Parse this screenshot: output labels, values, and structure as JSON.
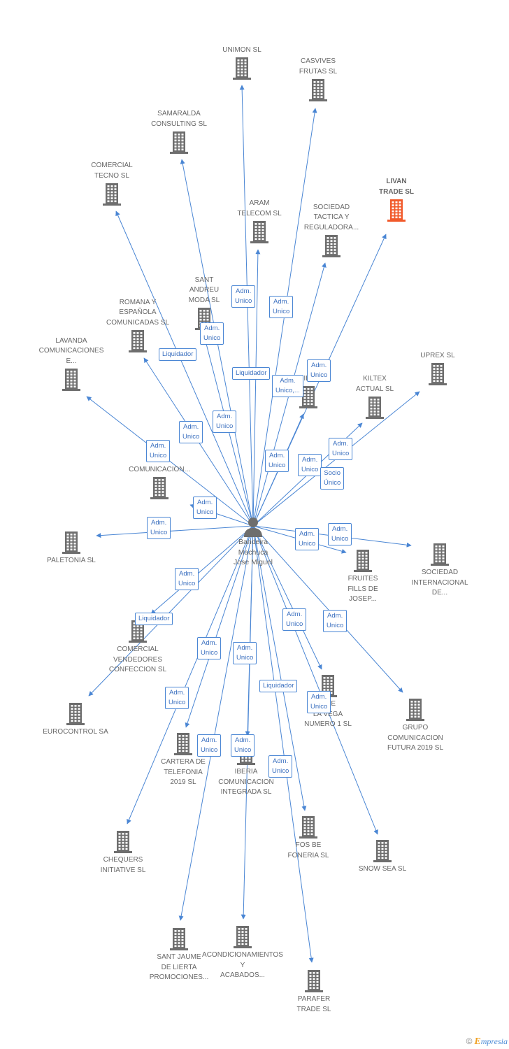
{
  "colors": {
    "edge": "#4a86d4",
    "building": "#6e6e6e",
    "highlight": "#f15a2b",
    "label": "#666666"
  },
  "icons": {
    "company": "building-icon",
    "person": "person-icon"
  },
  "center": {
    "name": "Bandeira\nMachuca\nJose Miguel"
  },
  "companies": [
    {
      "id": "unimon",
      "name": "UNIMON SL"
    },
    {
      "id": "casvives",
      "name": "CASVIVES\nFRUTAS SL"
    },
    {
      "id": "samaralda",
      "name": "SAMARALDA\nCONSULTING SL"
    },
    {
      "id": "comercial-tecno",
      "name": "COMERCIAL\nTECNO SL"
    },
    {
      "id": "livan",
      "name": "LIVAN\nTRADE SL",
      "highlight": true
    },
    {
      "id": "aram",
      "name": "ARAM\nTELECOM SL"
    },
    {
      "id": "sociedad-tactica",
      "name": "SOCIEDAD\nTACTICA Y\nREGULADORA..."
    },
    {
      "id": "sant-andreu",
      "name": "SANT\nANDREU\nMODA SL"
    },
    {
      "id": "romana",
      "name": "ROMANA Y\nESPAÑOLA\nCOMUNICADAS SL"
    },
    {
      "id": "lavanda",
      "name": "LAVANDA\nCOMUNICACIONES\nE..."
    },
    {
      "id": "milv",
      "name": "MILV..."
    },
    {
      "id": "uprex",
      "name": "UPREX SL"
    },
    {
      "id": "kiltex",
      "name": "KILTEX\nACTUAL SL"
    },
    {
      "id": "ce-at",
      "name": "CE...\nAT...\nCOMUNICACION..."
    },
    {
      "id": "paletonia",
      "name": "PALETONIA SL"
    },
    {
      "id": "fruites",
      "name": "FRUITES\nFILLS DE\nJOSEP..."
    },
    {
      "id": "sociedad-internacional",
      "name": "SOCIEDAD\nINTERNACIONAL\nDE..."
    },
    {
      "id": "comercial-vendedores",
      "name": "COMERCIAL\nVENDEDORES\nCONFECCION SL"
    },
    {
      "id": "eurocontrol",
      "name": "EUROCONTROL SA"
    },
    {
      "id": "vega",
      "name": "...DE\nLA VEGA\nNUMERO 1 SL"
    },
    {
      "id": "grupo-comunicacion",
      "name": "GRUPO\nCOMUNICACION\nFUTURA 2019 SL"
    },
    {
      "id": "cartera",
      "name": "CARTERA DE\nTELEFONIA\n2019 SL"
    },
    {
      "id": "iberia",
      "name": "IBERIA\nCOMUNICACION\nINTEGRADA SL"
    },
    {
      "id": "chequers",
      "name": "CHEQUERS\nINITIATIVE SL"
    },
    {
      "id": "fos-be",
      "name": "FOS BE\nFONERIA SL"
    },
    {
      "id": "snow-sea",
      "name": "SNOW SEA SL"
    },
    {
      "id": "sant-jaume",
      "name": "SANT JAUME\nDE LIERTA\nPROMOCIONES..."
    },
    {
      "id": "acondicionamientos",
      "name": "ACONDICIONAMIENTOS\nY\nACABADOS..."
    },
    {
      "id": "parafer",
      "name": "PARAFER\nTRADE SL"
    }
  ],
  "edge_labels": [
    {
      "id": "l-aram",
      "text": "Adm.\nUnico"
    },
    {
      "id": "l-casvives",
      "text": "Adm.\nUnico"
    },
    {
      "id": "l-samaralda",
      "text": "Adm.\nUnico"
    },
    {
      "id": "l-romana",
      "text": "Liquidador"
    },
    {
      "id": "l-unimon",
      "text": "Liquidador"
    },
    {
      "id": "l-sociedad-tactica",
      "text": "Adm.\nUnico,..."
    },
    {
      "id": "l-livan",
      "text": "Adm.\nUnico"
    },
    {
      "id": "l-comercial-tecno",
      "text": "Adm.\nUnico"
    },
    {
      "id": "l-sant-andreu",
      "text": "Adm.\nUnico"
    },
    {
      "id": "l-lavanda",
      "text": "Adm.\nUnico"
    },
    {
      "id": "l-kiltex",
      "text": "Adm.\nUnico"
    },
    {
      "id": "l-milv",
      "text": "Adm.\nUnico"
    },
    {
      "id": "l-uprex",
      "text": "Adm.\nUnico"
    },
    {
      "id": "l-fruites-socio",
      "text": "Socio\nÚnico"
    },
    {
      "id": "l-ce-at",
      "text": "Adm.\nUnico"
    },
    {
      "id": "l-paletonia",
      "text": "Adm.\nUnico"
    },
    {
      "id": "l-fruites",
      "text": "Adm.\nUnico"
    },
    {
      "id": "l-sociedad-internacional",
      "text": "Adm.\nUnico"
    },
    {
      "id": "l-eurocontrol",
      "text": "Adm.\nUnico"
    },
    {
      "id": "l-comercial-vendedores",
      "text": "Liquidador"
    },
    {
      "id": "l-vega",
      "text": "Adm.\nUnico"
    },
    {
      "id": "l-grupo",
      "text": "Adm.\nUnico"
    },
    {
      "id": "l-cartera",
      "text": "Adm.\nUnico"
    },
    {
      "id": "l-iberia",
      "text": "Adm.\nUnico"
    },
    {
      "id": "l-fos-liq",
      "text": "Liquidador"
    },
    {
      "id": "l-snow",
      "text": "Adm.\nUnico"
    },
    {
      "id": "l-chequers",
      "text": "Adm.\nUnico"
    },
    {
      "id": "l-sant-jaume",
      "text": "Adm.\nUnico"
    },
    {
      "id": "l-acond",
      "text": "Adm.\nUnico"
    },
    {
      "id": "l-parafer",
      "text": "Adm.\nUnico"
    }
  ],
  "footer": {
    "copyright": "©",
    "brand_initial": "E",
    "brand_rest": "mpresia"
  }
}
